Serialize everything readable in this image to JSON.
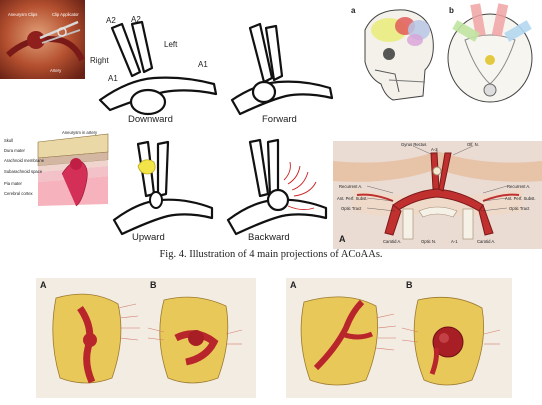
{
  "caption": "Fig. 4. Illustration of 4 main projections of ACoAAs.",
  "photo_inset": {
    "labels": [
      "Aneurysm Clips",
      "Clip Applicator",
      "Artery"
    ]
  },
  "projections": {
    "downward": {
      "title": "Downward",
      "labels": {
        "a2_left": "A2",
        "a2_right": "A2",
        "right": "Right",
        "left": "Left",
        "a1_left": "A1",
        "a1_right": "A1"
      }
    },
    "forward": {
      "title": "Forward"
    },
    "upward": {
      "title": "Upward"
    },
    "backward": {
      "title": "Backward"
    }
  },
  "skull": {
    "panel_a": "a",
    "panel_b": "b"
  },
  "layers": {
    "labels": [
      "Skull",
      "Dura mater",
      "Arachnoid membrane",
      "Subarachnoid space",
      "Pia mater",
      "Cerebral cortex"
    ],
    "aneurysm_label": "Aneurysm in artery"
  },
  "anatomy": {
    "panel_letter": "A",
    "labels": {
      "gyrus_rectus": "Gyrus Rectus",
      "a2": "A-2",
      "olf_n": "Olf. N.",
      "recurrent_left": "Recurrent A.",
      "recurrent_right": "Recurrent A.",
      "ant_perf_left": "Ant. Perf. Subst.",
      "ant_perf_right": "Ant. Perf. Subst.",
      "optic_tract_left": "Optic Tract",
      "optic_tract_right": "Optic Tract",
      "carotid_left": "Carotid A.",
      "optic_n": "Optic N.",
      "a1": "A-1",
      "carotid_right": "Carotid A."
    }
  },
  "surgical": {
    "left_pair": [
      "A",
      "B"
    ],
    "right_pair": [
      "A",
      "B"
    ]
  },
  "colors": {
    "vessel_outline": "#111111",
    "aneurysm_red": "#b8262c",
    "brain_yellow": "#e8c95a",
    "tissue_pink": "#e6a8a0",
    "anatomy_bg": "#eadbd3"
  }
}
